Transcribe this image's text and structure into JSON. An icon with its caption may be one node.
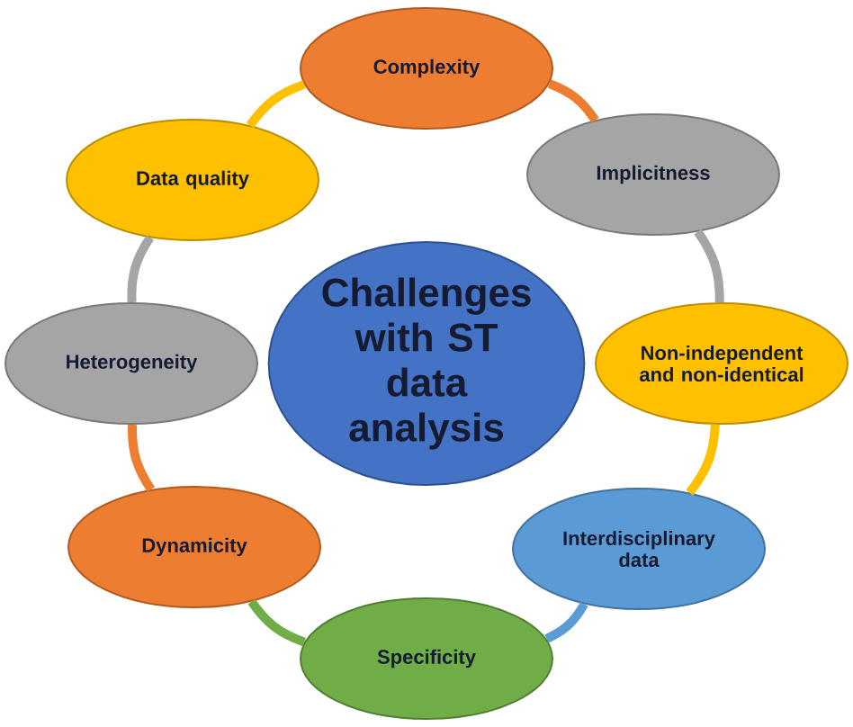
{
  "diagram": {
    "nodes": [
      {
        "text": [
          "Challenges with ST data analysis"
        ]
      },
      {
        "text": [
          "Complexity"
        ]
      },
      {
        "text": [
          "Implicitness"
        ]
      },
      {
        "text": [
          "Non-independent and non-identical"
        ]
      },
      {
        "text": [
          "Interdisciplinary data"
        ]
      },
      {
        "text": [
          "Specificity"
        ]
      },
      {
        "text": [
          "Dynamicity"
        ]
      },
      {
        "text": [
          "Heterogeneity"
        ]
      },
      {
        "text": [
          "Data quality"
        ]
      }
    ],
    "edges": [
      {
        "from": 1,
        "to": 2,
        "arrow": "none",
        "color": "#ed7d31"
      },
      {
        "from": 2,
        "to": 3,
        "arrow": "none",
        "color": "#a5a5a5"
      },
      {
        "from": 3,
        "to": 4,
        "arrow": "none",
        "color": "#ffc000"
      },
      {
        "from": 4,
        "to": 5,
        "arrow": "none",
        "color": "#5b9bd5"
      },
      {
        "from": 5,
        "to": 6,
        "arrow": "none",
        "color": "#70ad47"
      },
      {
        "from": 6,
        "to": 7,
        "arrow": "none",
        "color": "#ed7d31"
      },
      {
        "from": 7,
        "to": 8,
        "arrow": "none",
        "color": "#a5a5a5"
      },
      {
        "from": 8,
        "to": 1,
        "arrow": "none",
        "color": "#ffc000"
      }
    ]
  }
}
